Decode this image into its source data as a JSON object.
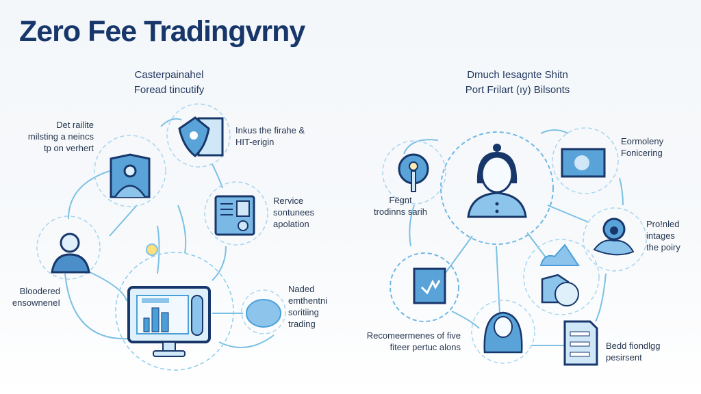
{
  "title": "Zero Fee Tradingvrny",
  "left_section": {
    "heading": [
      "Casterpainahel",
      "Foread tincutify"
    ],
    "labels": {
      "top_left": [
        "Det railite",
        "milsting a neincs",
        "tp on verhert"
      ],
      "top_right": [
        "Inkus the firahe &",
        "HIT-erigin"
      ],
      "middle_right": [
        "Rervice",
        "sontunees",
        "apolation"
      ],
      "bottom_left": [
        "Bloodered",
        "ensowneneI"
      ],
      "bottom_right": [
        "Naded",
        "emthentni",
        "soritiing",
        "trading"
      ]
    }
  },
  "right_section": {
    "heading": [
      "Dmuch Iesagnte Shitn",
      "Port Frilart (ıy) Bilsonts"
    ],
    "labels": {
      "magnifier": [
        "Fëgnt",
        "trodinns sarih"
      ],
      "photo": [
        "Eormoleny",
        "Fonicering"
      ],
      "camera": [
        "Pro!nled",
        "intages",
        "the poiry"
      ],
      "avatar": [
        "Recomeermenes of five",
        "fiteer pertuc alons"
      ],
      "document": [
        "Bedd fiondlgg",
        "pesirsent"
      ]
    }
  },
  "colors": {
    "navy": "#17366a",
    "accent": "#4a9fd8",
    "fill": "#8cc4ec",
    "ring": "#9fd0ee"
  }
}
